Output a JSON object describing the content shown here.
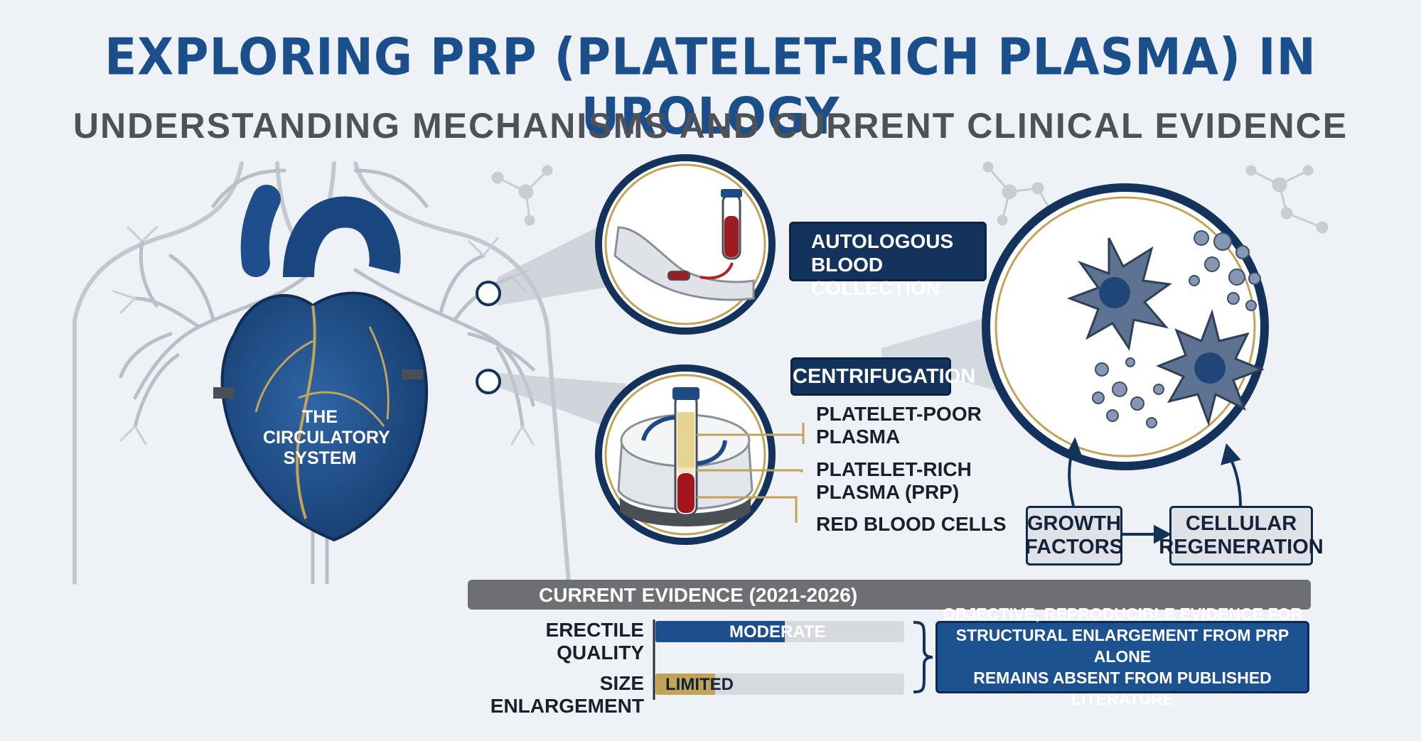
{
  "title": "EXPLORING PRP (PLATELET-RICH PLASMA) IN UROLOGY",
  "subtitle": "UNDERSTANDING MECHANISMS AND CURRENT CLINICAL EVIDENCE",
  "heart_label": [
    "THE",
    "CIRCULATORY",
    "SYSTEM"
  ],
  "blood_collection": [
    "AUTOLOGOUS",
    "BLOOD COLLECTION"
  ],
  "centrifugation": "CENTRIFUGATION",
  "layers": {
    "ppp": [
      "PLATELET-POOR",
      "PLASMA"
    ],
    "prp": [
      "PLATELET-RICH",
      "PLASMA (PRP)"
    ],
    "rbc": "RED BLOOD CELLS"
  },
  "mechanism": {
    "growth": [
      "GROWTH",
      "FACTORS"
    ],
    "regen": [
      "CELLULAR",
      "REGENERATION"
    ]
  },
  "evidence": {
    "header": "CURRENT EVIDENCE (2021-2026)",
    "rows": [
      {
        "label": "ERECTILE QUALITY",
        "level": "MODERATE",
        "fraction": 0.52,
        "color": "#1d4f8f"
      },
      {
        "label": "SIZE ENLARGEMENT",
        "level": "LIMITED",
        "fraction": 0.24,
        "color": "#c2a35a"
      }
    ],
    "note": [
      "OBJECTIVE, REPRODUCIBLE EVIDENCE FOR",
      "STRUCTURAL ENLARGEMENT FROM PRP ALONE",
      "REMAINS ABSENT FROM PUBLISHED LITERATURE"
    ]
  },
  "colors": {
    "navy": "#14335c",
    "title_blue": "#1b4f8c",
    "gold": "#b89a55",
    "heart": "#1d4a82",
    "vessel_grey": "#b9bfc8"
  }
}
